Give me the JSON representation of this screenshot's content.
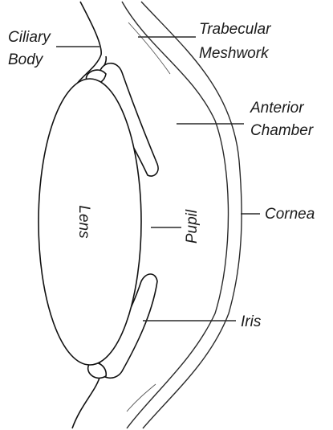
{
  "labels": {
    "ciliary_body_line1": "Ciliary",
    "ciliary_body_line2": "Body",
    "trabecular_line1": "Trabecular",
    "trabecular_line2": "Meshwork",
    "anterior_line1": "Anterior",
    "anterior_line2": "Chamber",
    "cornea": "Cornea",
    "lens": "Lens",
    "pupil": "Pupil",
    "iris": "Iris"
  },
  "colors": {
    "outline": "#111111",
    "leader": "#2a2a2a",
    "text": "#1a1a1a"
  }
}
